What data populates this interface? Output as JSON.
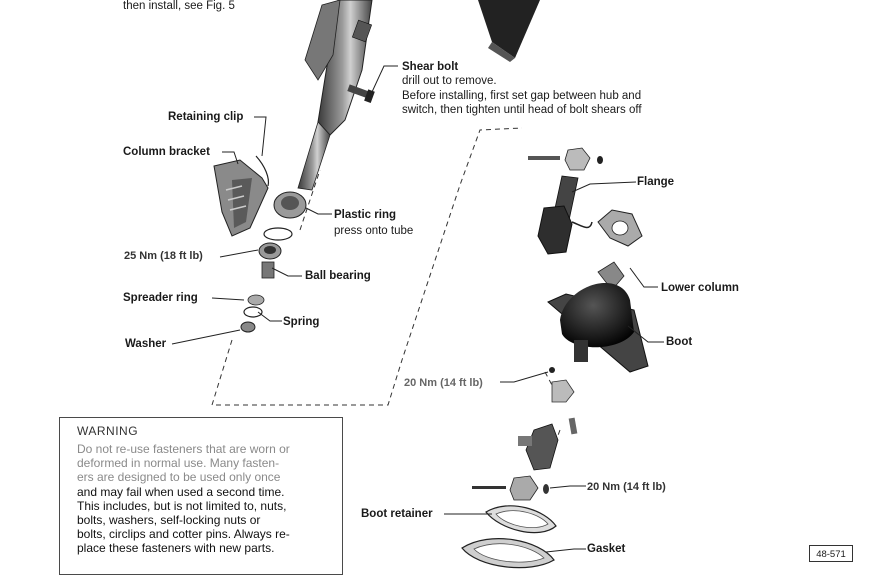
{
  "labels": {
    "top_note": "then install, see Fig. 5",
    "shear_bolt": "Shear bolt",
    "shear_bolt_line1": "drill out to remove.",
    "shear_bolt_line2": "Before installing, first set gap between hub and",
    "shear_bolt_line3": "switch, then tighten until head of bolt shears off",
    "retaining_clip": "Retaining clip",
    "column_bracket": "Column bracket",
    "plastic_ring": "Plastic ring",
    "plastic_ring_note": "press onto tube",
    "torque_25": "25 Nm (18 ft lb)",
    "ball_bearing": "Ball bearing",
    "spreader_ring": "Spreader ring",
    "spring": "Spring",
    "washer": "Washer",
    "flange": "Flange",
    "lower_column": "Lower column",
    "boot": "Boot",
    "torque_20a": "20 Nm (14 ft lb)",
    "torque_20b": "20 Nm (14 ft lb)",
    "boot_retainer": "Boot retainer",
    "gasket": "Gasket"
  },
  "warning": {
    "title": "WARNING",
    "lines_faded": [
      "Do not re-use fasteners that are worn or",
      "deformed in normal use. Many fasten-",
      "ers are designed to be used only once"
    ],
    "lines": [
      "and may fail when used a second time.",
      "This includes, but is not limited to, nuts,",
      "bolts, washers, self-locking nuts or",
      "bolts, circlips and cotter pins. Always re-",
      "place these fasteners with new parts."
    ]
  },
  "figure_number": "48-571"
}
